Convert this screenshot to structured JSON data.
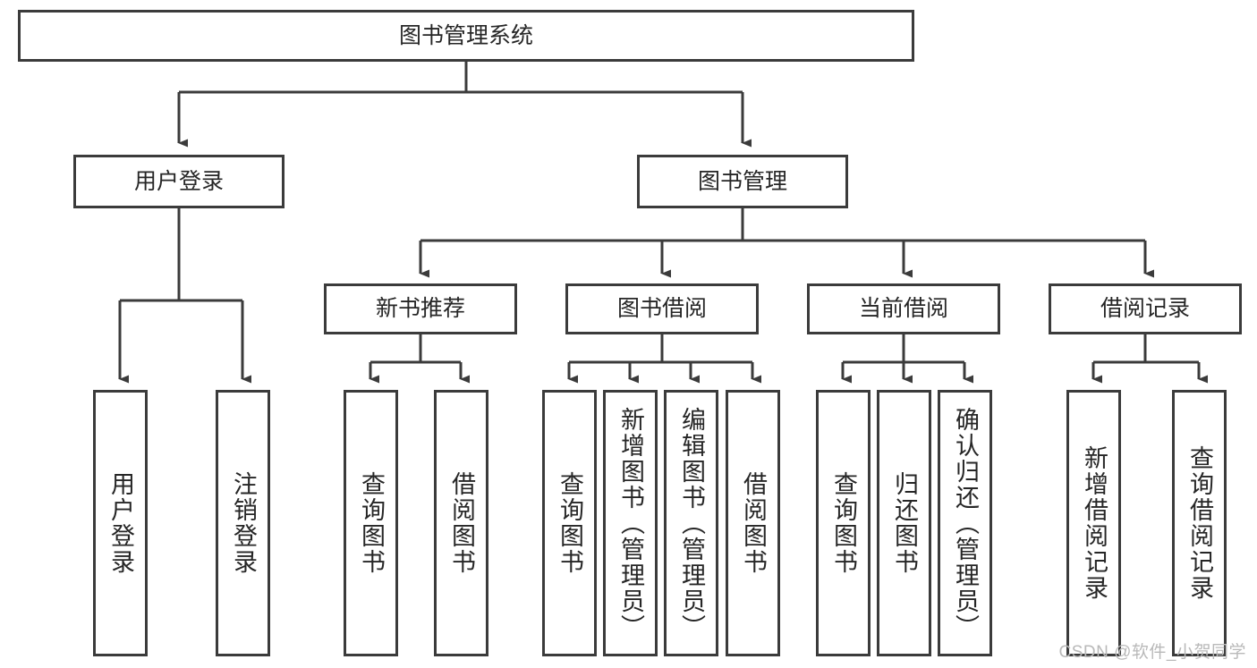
{
  "diagram": {
    "title": "图书管理系统",
    "root": {
      "label": "图书管理系统"
    },
    "level1": [
      {
        "label": "用户登录"
      },
      {
        "label": "图书管理"
      }
    ],
    "level2": [
      {
        "label": "新书推荐"
      },
      {
        "label": "图书借阅"
      },
      {
        "label": "当前借阅"
      },
      {
        "label": "借阅记录"
      }
    ],
    "leaves": {
      "user_login": [
        {
          "label": "用户登录"
        },
        {
          "label": "注销登录"
        }
      ],
      "new_book": [
        {
          "label": "查询图书"
        },
        {
          "label": "借阅图书"
        }
      ],
      "book_borrow": [
        {
          "label": "查询图书"
        },
        {
          "label": "新增图书（管理员）"
        },
        {
          "label": "编辑图书（管理员）"
        },
        {
          "label": "借阅图书"
        }
      ],
      "current_borrow": [
        {
          "label": "查询图书"
        },
        {
          "label": "归还图书"
        },
        {
          "label": "确认归还（管理员）"
        }
      ],
      "borrow_record": [
        {
          "label": "新增借阅记录"
        },
        {
          "label": "查询借阅记录"
        }
      ]
    }
  },
  "watermark": {
    "text": "CSDN @软件_小贺同学"
  },
  "colors": {
    "stroke": "#3b3b3b",
    "background": "#ffffff",
    "text": "#262626",
    "watermark": "#b9b9b9"
  }
}
